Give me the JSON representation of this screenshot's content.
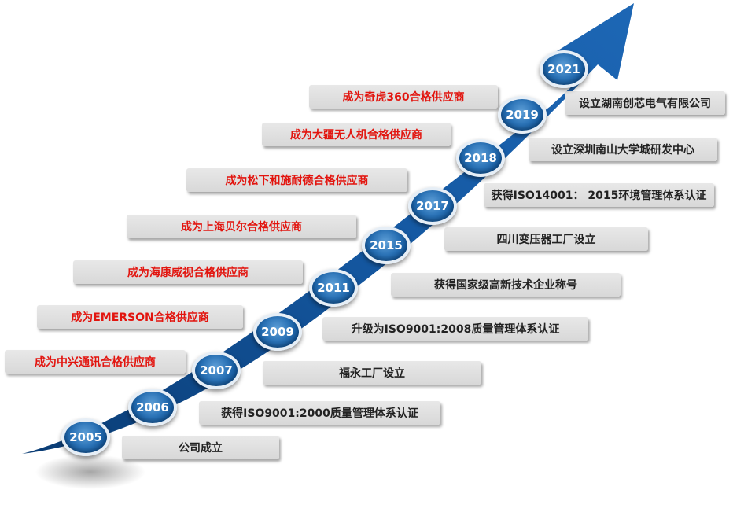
{
  "colors": {
    "arrow": "#0d4f92",
    "node": "#1d62a8",
    "partner_text": "#e2150f",
    "milestone_text": "#222222",
    "box_bg": "#dcdcdc"
  },
  "timeline": {
    "years": [
      "2005",
      "2006",
      "2007",
      "2009",
      "2011",
      "2015",
      "2017",
      "2018",
      "2019",
      "2021"
    ],
    "milestones": [
      "公司成立",
      "获得ISO9001:2000质量管理体系认证",
      "福永工厂设立",
      "升级为ISO9001:2008质量管理体系认证",
      "获得国家级高新技术企业称号",
      "四川变压器工厂设立",
      "获得ISO14001： 2015环境管理体系认证",
      "设立深圳南山大学城研发中心",
      "设立湖南创芯电气有限公司"
    ],
    "partners": [
      "成为中兴通讯合格供应商",
      "成为EMERSON合格供应商",
      "成为海康威视合格供应商",
      "成为上海贝尔合格供应商",
      "成为松下和施耐德合格供应商",
      "成为大疆无人机合格供应商",
      "成为奇虎360合格供应商"
    ]
  }
}
